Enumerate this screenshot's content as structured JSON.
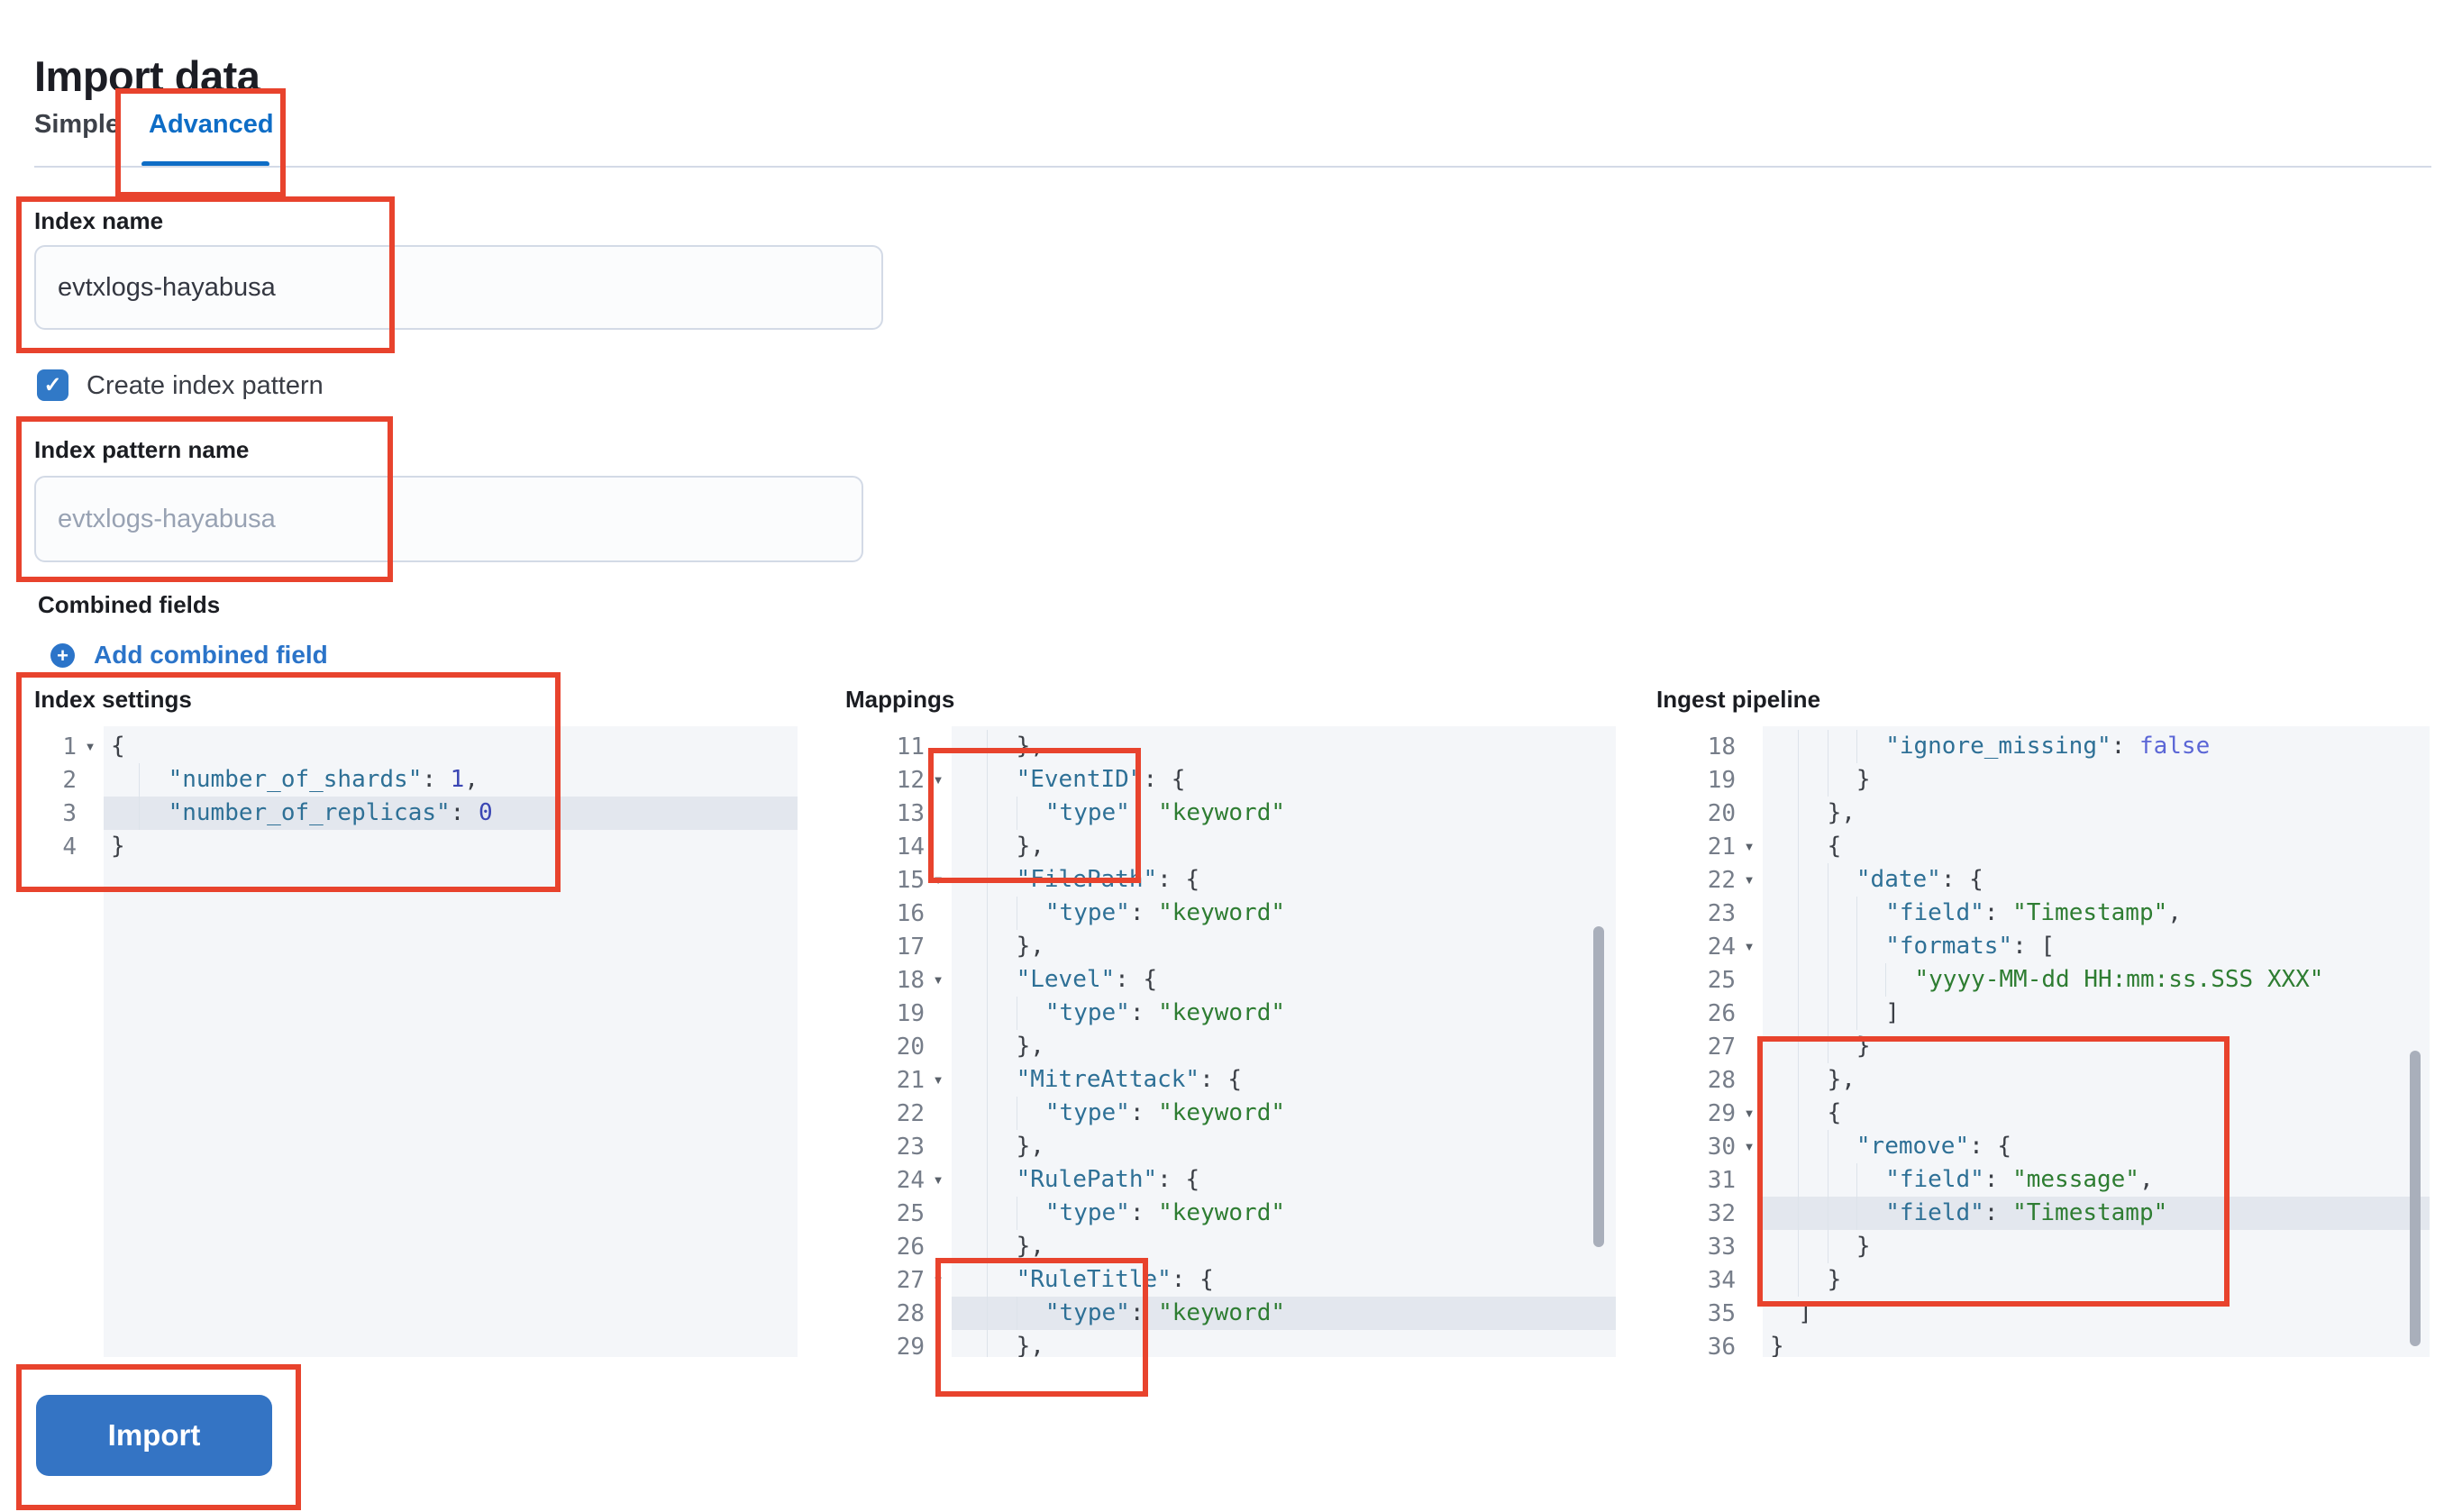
{
  "page": {
    "title": "Import data"
  },
  "tabs": {
    "simple": {
      "label": "Simple",
      "selected": false
    },
    "advanced": {
      "label": "Advanced",
      "selected": true
    }
  },
  "fields": {
    "index_name": {
      "label": "Index name",
      "value": "evtxlogs-hayabusa"
    },
    "create_index_pattern": {
      "label": "Create index pattern",
      "checked": true
    },
    "index_pattern_name": {
      "label": "Index pattern name",
      "placeholder": "evtxlogs-hayabusa"
    },
    "combined_fields": {
      "label": "Combined fields",
      "add_link": "Add combined field"
    }
  },
  "actions": {
    "import_label": "Import"
  },
  "icons": {
    "plus_circle": "+",
    "checkbox_check": "✓",
    "fold_arrow": "▼"
  },
  "colors": {
    "annotation-red": "#e8432d",
    "tab-blue": "#0e6dc6",
    "link-blue": "#2b74c9",
    "button-blue": "#3474c4",
    "checkbox-blue": "#3179c7",
    "code-key": "#2e7096",
    "code-string": "#2e7d32",
    "code-number": "#3a46b4",
    "code-boolean": "#5b66d6"
  },
  "editors": [
    {
      "label": "Index settings",
      "lines": [
        {
          "n": "1",
          "fold": true,
          "text": "{"
        },
        {
          "n": "2",
          "fold": false,
          "text": "    \"number_of_shards\": 1,"
        },
        {
          "n": "3",
          "fold": false,
          "text": "    \"number_of_replicas\": 0",
          "active": true
        },
        {
          "n": "4",
          "fold": false,
          "text": "}"
        }
      ]
    },
    {
      "label": "Mappings",
      "lines": [
        {
          "n": "11",
          "fold": false,
          "text": "    },"
        },
        {
          "n": "12",
          "fold": true,
          "text": "    \"EventID\": {"
        },
        {
          "n": "13",
          "fold": false,
          "text": "      \"type\": \"keyword\""
        },
        {
          "n": "14",
          "fold": false,
          "text": "    },"
        },
        {
          "n": "15",
          "fold": true,
          "text": "    \"FilePath\": {"
        },
        {
          "n": "16",
          "fold": false,
          "text": "      \"type\": \"keyword\""
        },
        {
          "n": "17",
          "fold": false,
          "text": "    },"
        },
        {
          "n": "18",
          "fold": true,
          "text": "    \"Level\": {"
        },
        {
          "n": "19",
          "fold": false,
          "text": "      \"type\": \"keyword\""
        },
        {
          "n": "20",
          "fold": false,
          "text": "    },"
        },
        {
          "n": "21",
          "fold": true,
          "text": "    \"MitreAttack\": {"
        },
        {
          "n": "22",
          "fold": false,
          "text": "      \"type\": \"keyword\""
        },
        {
          "n": "23",
          "fold": false,
          "text": "    },"
        },
        {
          "n": "24",
          "fold": true,
          "text": "    \"RulePath\": {"
        },
        {
          "n": "25",
          "fold": false,
          "text": "      \"type\": \"keyword\""
        },
        {
          "n": "26",
          "fold": false,
          "text": "    },"
        },
        {
          "n": "27",
          "fold": true,
          "text": "    \"RuleTitle\": {"
        },
        {
          "n": "28",
          "fold": false,
          "text": "      \"type\": \"keyword\"",
          "active": true
        },
        {
          "n": "29",
          "fold": false,
          "text": "    },"
        }
      ]
    },
    {
      "label": "Ingest pipeline",
      "lines": [
        {
          "n": "18",
          "fold": false,
          "text": "        \"ignore_missing\": false"
        },
        {
          "n": "19",
          "fold": false,
          "text": "      }"
        },
        {
          "n": "20",
          "fold": false,
          "text": "    },"
        },
        {
          "n": "21",
          "fold": true,
          "text": "    {"
        },
        {
          "n": "22",
          "fold": true,
          "text": "      \"date\": {"
        },
        {
          "n": "23",
          "fold": false,
          "text": "        \"field\": \"Timestamp\","
        },
        {
          "n": "24",
          "fold": true,
          "text": "        \"formats\": ["
        },
        {
          "n": "25",
          "fold": false,
          "text": "          \"yyyy-MM-dd HH:mm:ss.SSS XXX\""
        },
        {
          "n": "26",
          "fold": false,
          "text": "        ]"
        },
        {
          "n": "27",
          "fold": false,
          "text": "      }"
        },
        {
          "n": "28",
          "fold": false,
          "text": "    },"
        },
        {
          "n": "29",
          "fold": true,
          "text": "    {"
        },
        {
          "n": "30",
          "fold": true,
          "text": "      \"remove\": {"
        },
        {
          "n": "31",
          "fold": false,
          "text": "        \"field\": \"message\","
        },
        {
          "n": "32",
          "fold": false,
          "text": "        \"field\": \"Timestamp\"",
          "active": true
        },
        {
          "n": "33",
          "fold": false,
          "text": "      }"
        },
        {
          "n": "34",
          "fold": false,
          "text": "    }"
        },
        {
          "n": "35",
          "fold": false,
          "text": "  ]"
        },
        {
          "n": "36",
          "fold": false,
          "text": "}"
        }
      ]
    }
  ]
}
